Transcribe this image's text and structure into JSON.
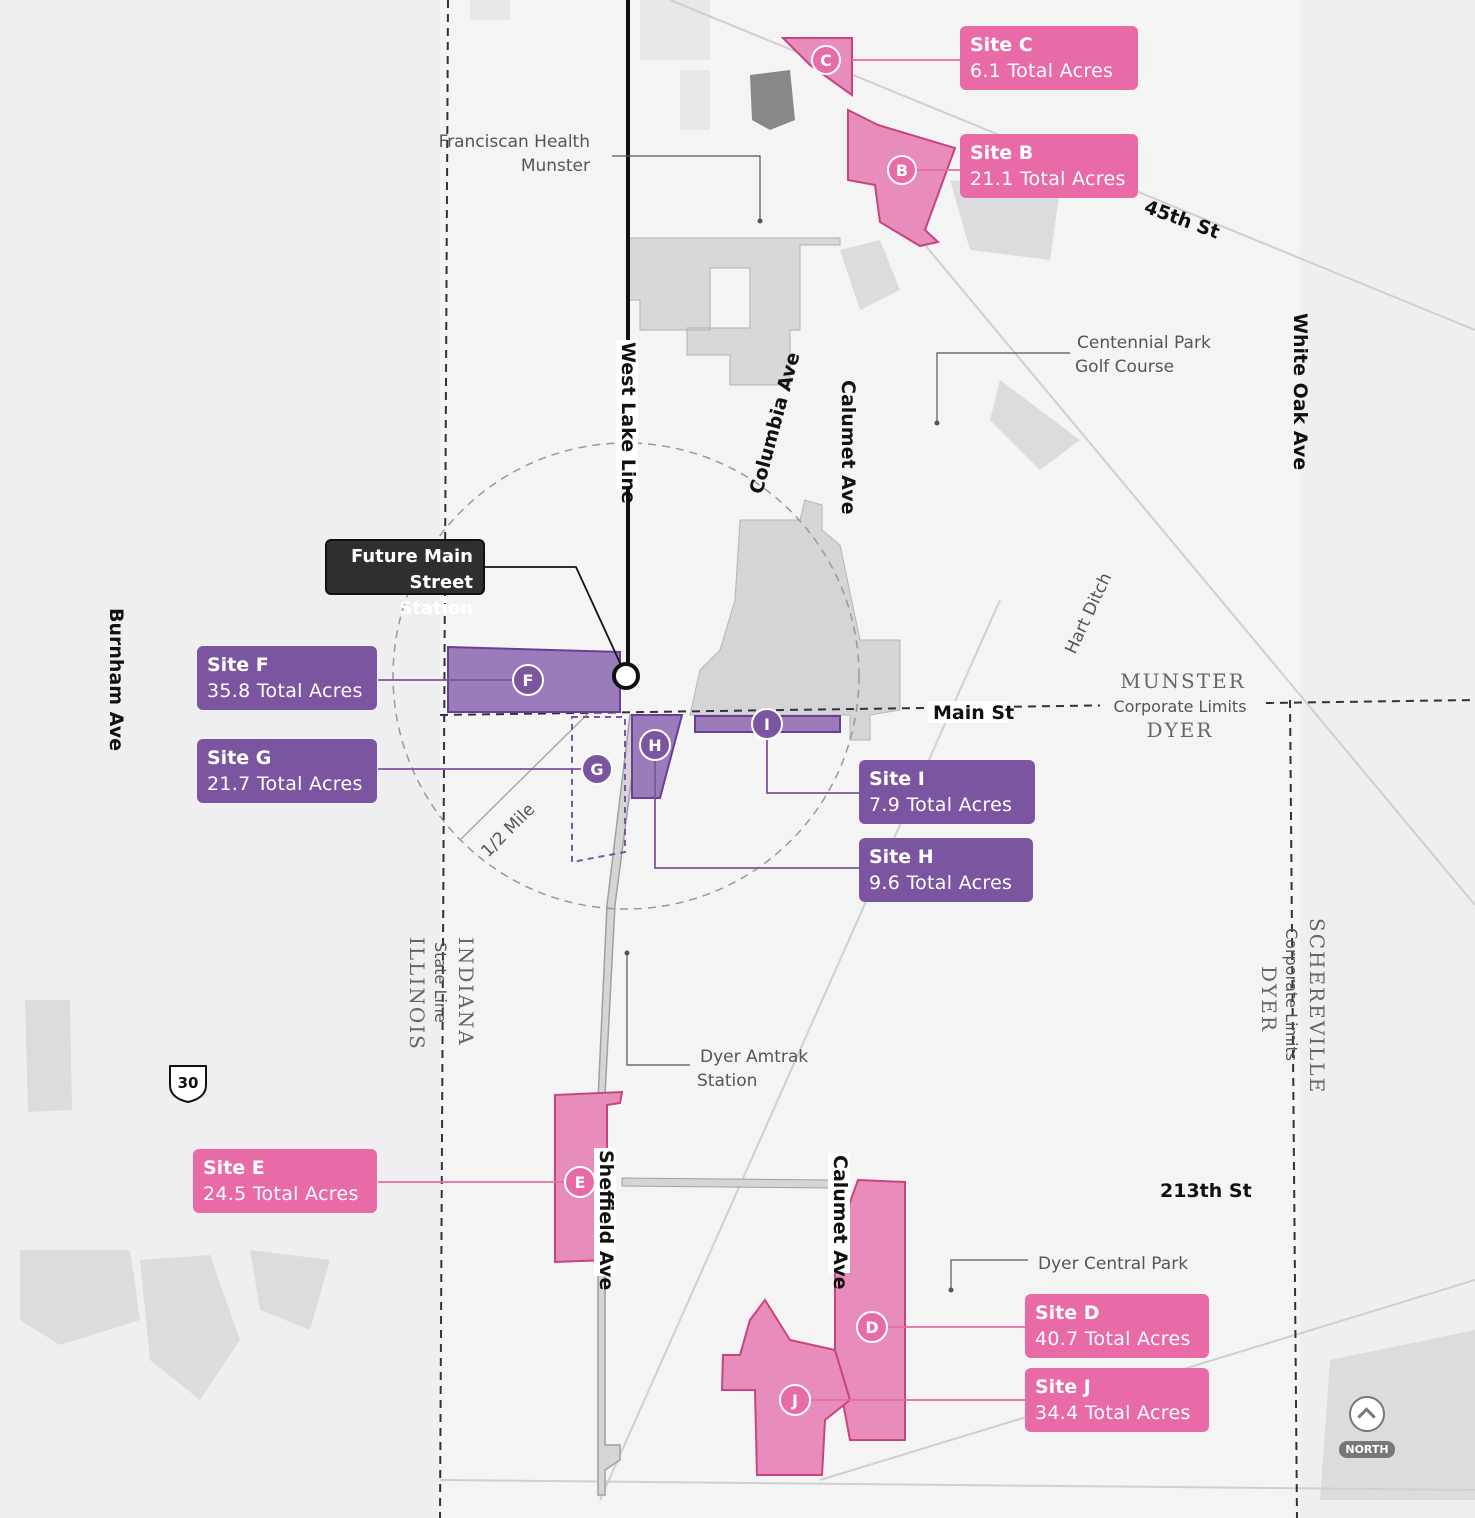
{
  "colors": {
    "pink": "#e86aa6",
    "purple": "#7b559f",
    "dark": "#2f2f31"
  },
  "sites": {
    "C": {
      "marker": "C",
      "title": "Site C",
      "acres": "6.1 Total Acres"
    },
    "B": {
      "marker": "B",
      "title": "Site B",
      "acres": "21.1 Total Acres"
    },
    "F": {
      "marker": "F",
      "title": "Site F",
      "acres": "35.8 Total Acres"
    },
    "G": {
      "marker": "G",
      "title": "Site G",
      "acres": "21.7 Total Acres"
    },
    "I": {
      "marker": "I",
      "title": "Site I",
      "acres": "7.9 Total Acres"
    },
    "H": {
      "marker": "H",
      "title": "Site H",
      "acres": "9.6 Total Acres"
    },
    "E": {
      "marker": "E",
      "title": "Site E",
      "acres": "24.5 Total Acres"
    },
    "D": {
      "marker": "D",
      "title": "Site D",
      "acres": "40.7 Total Acres"
    },
    "J": {
      "marker": "J",
      "title": "Site J",
      "acres": "34.4 Total Acres"
    }
  },
  "station": {
    "line1": "Future Main",
    "line2": "Street Station"
  },
  "roads": {
    "west_lake_line": "West Lake Line",
    "columbia": "Columbia Ave",
    "calumet_north": "Calumet Ave",
    "calumet_south": "Calumet Ave",
    "white_oak": "White Oak Ave",
    "burnham": "Burnham Ave",
    "st45": "45th St",
    "main_st": "Main St",
    "st213": "213th St",
    "sheffield": "Sheffield Ave",
    "hart_ditch": "Hart Ditch",
    "half_mile": "1/2 Mile",
    "i30": "30"
  },
  "places": {
    "franciscan_1": "Franciscan Health",
    "franciscan_2": "Munster",
    "centennial_1": "Centennial Park",
    "centennial_2": "Golf Course",
    "amtrak_1": "Dyer Amtrak",
    "amtrak_2": "Station",
    "dyer_central": "Dyer Central Park"
  },
  "jurisdictions": {
    "munster": "MUNSTER",
    "corp_limits_1": "Corporate Limits",
    "dyer_1": "DYER",
    "indiana": "INDIANA",
    "state_line": "State Line",
    "illinois": "ILLINOIS",
    "schereville": "SCHEREVILLE",
    "corp_limits_2": "Corporate Limits",
    "dyer_2": "DYER"
  },
  "north_label": "NORTH"
}
